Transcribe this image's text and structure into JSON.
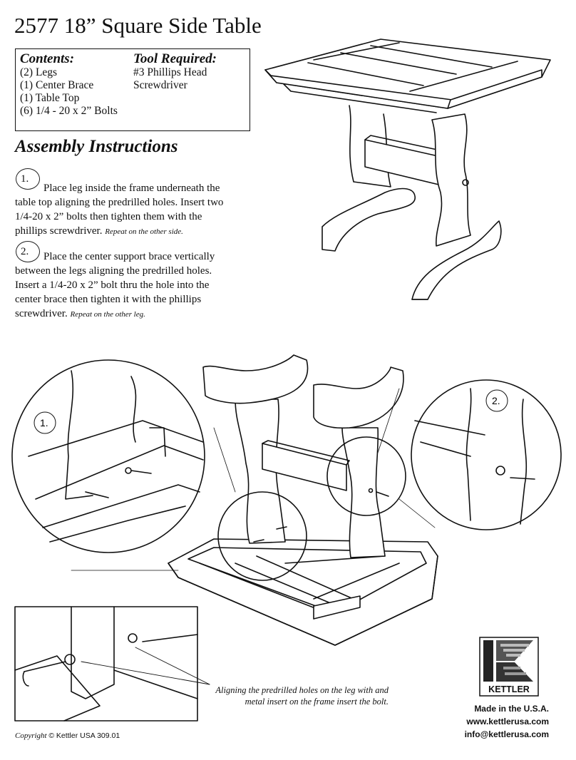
{
  "header": {
    "title": "2577 18” Square Side Table"
  },
  "contents": {
    "heading": "Contents:",
    "items": [
      "(2) Legs",
      "(1) Center Brace",
      "(1) Table Top",
      "(6) 1/4 - 20 x 2” Bolts"
    ]
  },
  "tools": {
    "heading": "Tool Required:",
    "items": [
      "#3 Phillips Head",
      "Screwdriver"
    ]
  },
  "assembly": {
    "heading": "Assembly Instructions",
    "steps": [
      {
        "number": "1.",
        "text": "Place leg inside the frame underneath the table top aligning the predrilled holes. Insert two 1/4-20 x 2” bolts then tighten them with the phillips screwdriver.",
        "note": "Repeat on the other side."
      },
      {
        "number": "2.",
        "text": "Place the center support brace vertically between the legs aligning the predrilled holes. Insert a 1/4-20 x 2” bolt thru the hole into the center brace then tighten it with the phillips screwdriver.",
        "note": "Repeat on the other leg."
      }
    ]
  },
  "detail_labels": {
    "left": "1.",
    "right": "2."
  },
  "caption": {
    "line1": "Aligning the predrilled holes on the leg with and",
    "line2": "metal insert on the frame insert the bolt."
  },
  "brand": {
    "logo_text": "KETTLER",
    "made_in": "Made in the U.S.A.",
    "website": "www.kettlerusa.com",
    "email": "info@kettlerusa.com"
  },
  "footer": {
    "copyright_word": "Copyright",
    "copyright_symbol": "©",
    "copyright_rest": "Kettler USA 309.01"
  }
}
